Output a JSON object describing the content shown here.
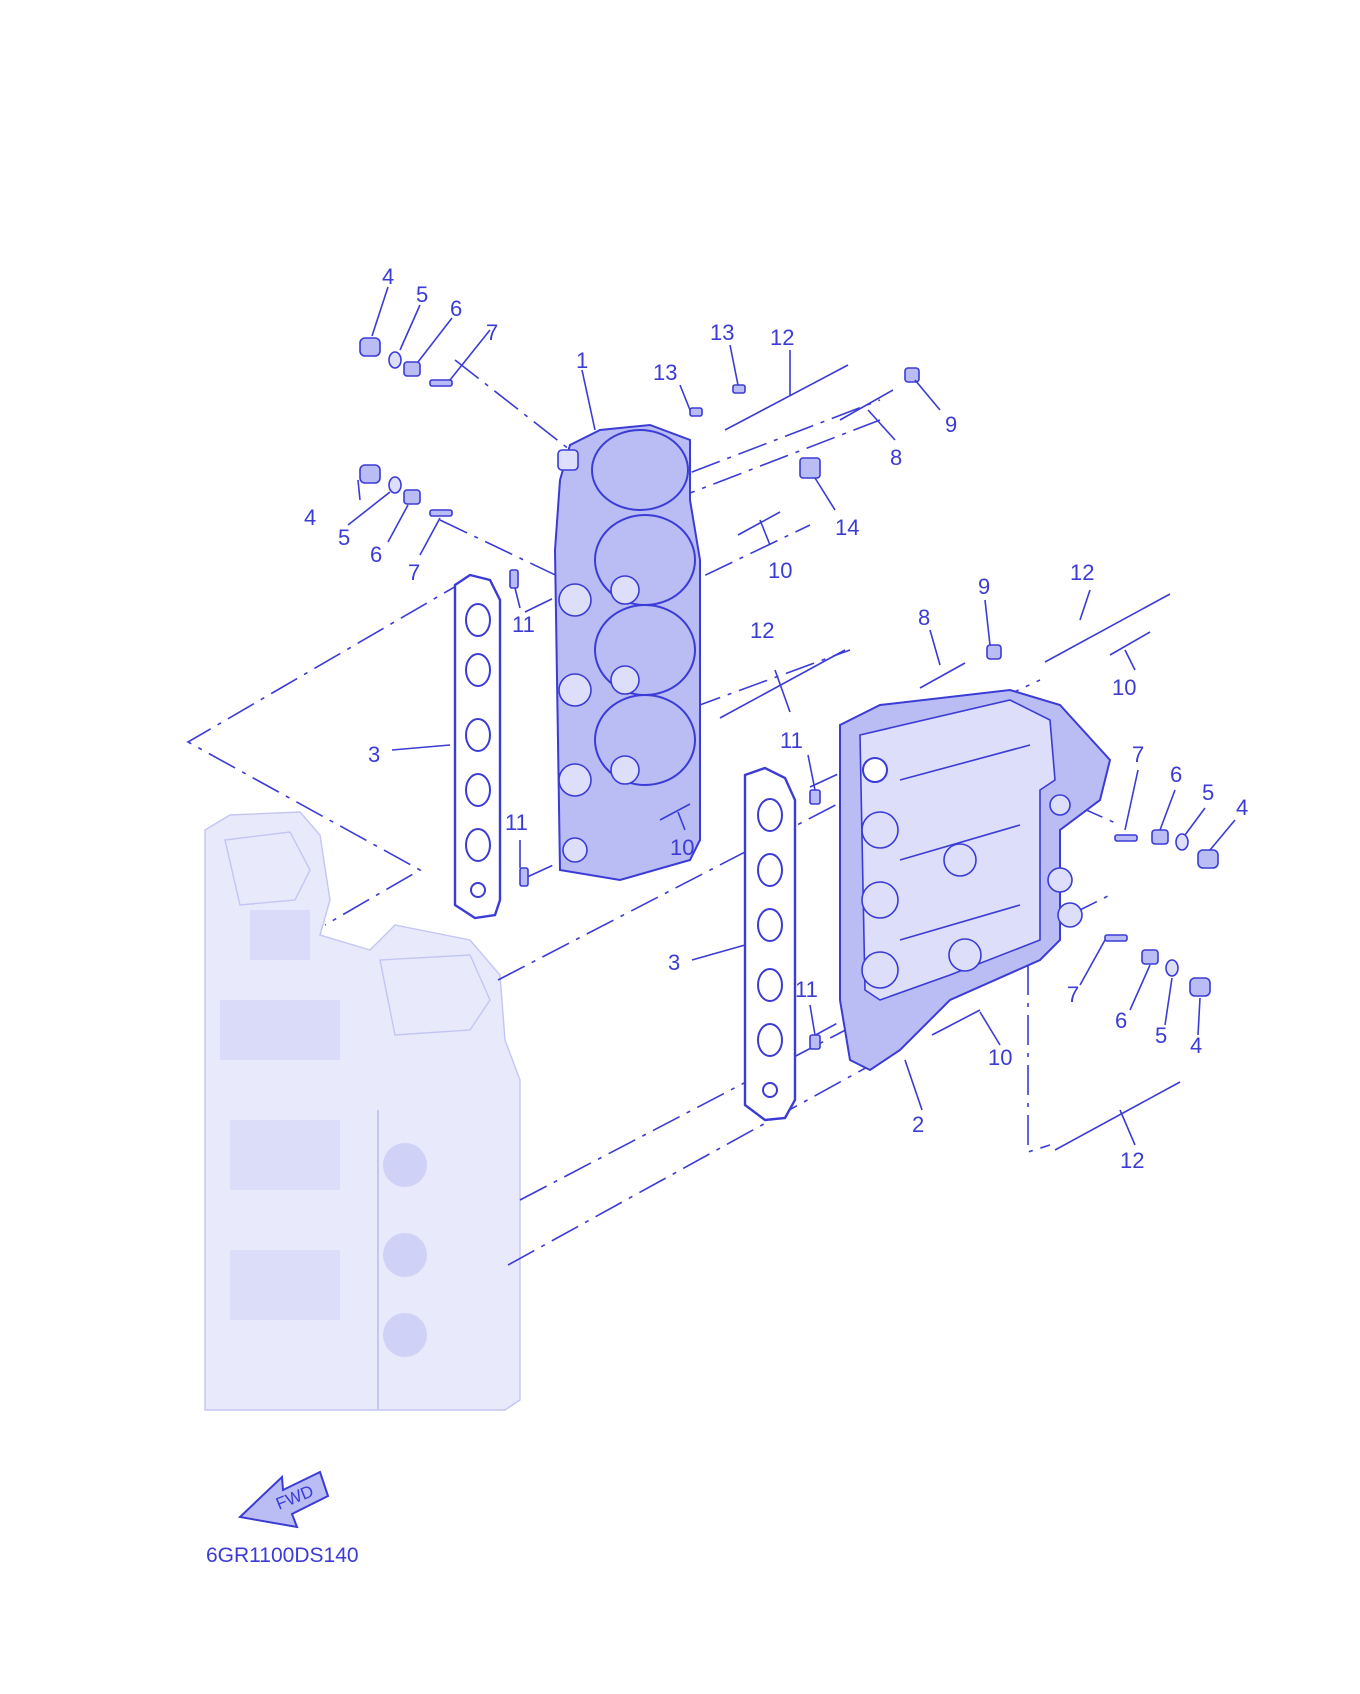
{
  "diagram_code": "6GR1100DS140",
  "fwd_label": "FWD",
  "colors": {
    "line": "#3b3bd6",
    "fill": "#b9bdf3",
    "block": "#e8e9fb"
  },
  "callouts": [
    {
      "id": "c-4a",
      "text": "4"
    },
    {
      "id": "c-5a",
      "text": "5"
    },
    {
      "id": "c-6a",
      "text": "6"
    },
    {
      "id": "c-7a",
      "text": "7"
    },
    {
      "id": "c-1",
      "text": "1"
    },
    {
      "id": "c-13a",
      "text": "13"
    },
    {
      "id": "c-13b",
      "text": "13"
    },
    {
      "id": "c-12a",
      "text": "12"
    },
    {
      "id": "c-9a",
      "text": "9"
    },
    {
      "id": "c-8a",
      "text": "8"
    },
    {
      "id": "c-14",
      "text": "14"
    },
    {
      "id": "c-4b",
      "text": "4"
    },
    {
      "id": "c-5b",
      "text": "5"
    },
    {
      "id": "c-6b",
      "text": "6"
    },
    {
      "id": "c-7b",
      "text": "7"
    },
    {
      "id": "c-10a",
      "text": "10"
    },
    {
      "id": "c-11a",
      "text": "11"
    },
    {
      "id": "c-9b",
      "text": "9"
    },
    {
      "id": "c-12b",
      "text": "12"
    },
    {
      "id": "c-8b",
      "text": "8"
    },
    {
      "id": "c-12c",
      "text": "12"
    },
    {
      "id": "c-10b",
      "text": "10"
    },
    {
      "id": "c-3a",
      "text": "3"
    },
    {
      "id": "c-11b",
      "text": "11"
    },
    {
      "id": "c-7c",
      "text": "7"
    },
    {
      "id": "c-6c",
      "text": "6"
    },
    {
      "id": "c-5c",
      "text": "5"
    },
    {
      "id": "c-4c",
      "text": "4"
    },
    {
      "id": "c-11c",
      "text": "11"
    },
    {
      "id": "c-10c",
      "text": "10"
    },
    {
      "id": "c-3b",
      "text": "3"
    },
    {
      "id": "c-11d",
      "text": "11"
    },
    {
      "id": "c-7d",
      "text": "7"
    },
    {
      "id": "c-6d",
      "text": "6"
    },
    {
      "id": "c-5d",
      "text": "5"
    },
    {
      "id": "c-4d",
      "text": "4"
    },
    {
      "id": "c-10d",
      "text": "10"
    },
    {
      "id": "c-2",
      "text": "2"
    },
    {
      "id": "c-12d",
      "text": "12"
    }
  ]
}
